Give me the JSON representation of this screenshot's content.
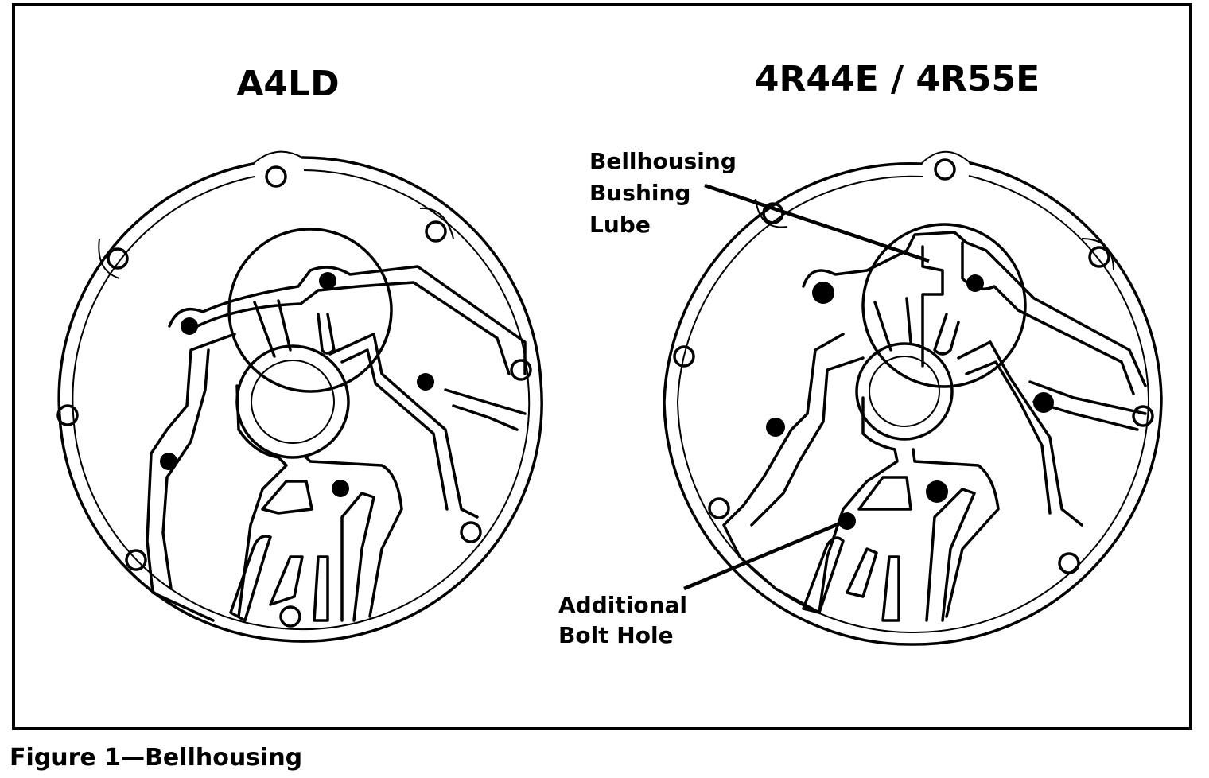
{
  "titles": {
    "left": "A4LD",
    "right": "4R44E / 4R55E"
  },
  "callouts": {
    "lube": [
      "Bellhousing",
      "Bushing",
      "Lube"
    ],
    "bolt": [
      "Additional",
      "Bolt Hole"
    ]
  },
  "caption": "Figure 1—Bellhousing"
}
